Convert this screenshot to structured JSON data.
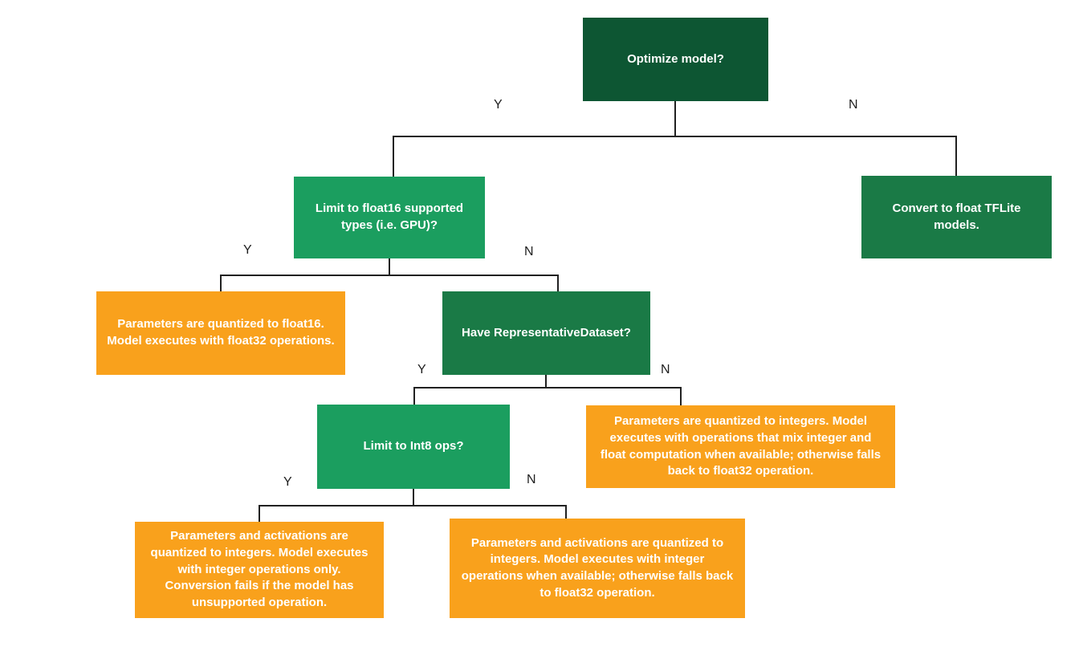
{
  "diagram": {
    "type": "flowchart",
    "description": "TensorFlow Lite model optimization decision tree"
  },
  "colors": {
    "dark_green": "#0d5633",
    "medium_green": "#1a7a46",
    "bright_green": "#1b9e5f",
    "orange": "#f9a11c",
    "line": "#212121",
    "node_text": "#ffffff",
    "edge_label_text": "#1f1f1f",
    "background": "#ffffff"
  },
  "nodes": {
    "optimize": {
      "label": "Optimize model?",
      "kind": "decision"
    },
    "limit_float16": {
      "label": "Limit to float16 supported types (i.e. GPU)?",
      "kind": "decision"
    },
    "convert_float": {
      "label": "Convert to float TFLite models.",
      "kind": "outcome"
    },
    "float16_result": {
      "label": "Parameters are quantized to float16. Model executes with float32 operations.",
      "kind": "outcome"
    },
    "have_dataset": {
      "label": "Have RepresentativeDataset?",
      "kind": "decision"
    },
    "limit_int8": {
      "label": "Limit to Int8 ops?",
      "kind": "decision"
    },
    "mixed_result": {
      "label": "Parameters are quantized to integers. Model executes with operations that mix integer and float computation when available; otherwise falls back to float32 operation.",
      "kind": "outcome"
    },
    "int8_only_result": {
      "label": "Parameters and activations are quantized to integers. Model executes with integer operations only. Conversion fails if the model has unsupported operation.",
      "kind": "outcome"
    },
    "int8_fallback_result": {
      "label": "Parameters and activations are quantized to integers. Model executes with integer operations when available; otherwise falls back to float32 operation.",
      "kind": "outcome"
    }
  },
  "edges": [
    {
      "from": "optimize",
      "to": "limit_float16",
      "label": "Y"
    },
    {
      "from": "optimize",
      "to": "convert_float",
      "label": "N"
    },
    {
      "from": "limit_float16",
      "to": "float16_result",
      "label": "Y"
    },
    {
      "from": "limit_float16",
      "to": "have_dataset",
      "label": "N"
    },
    {
      "from": "have_dataset",
      "to": "limit_int8",
      "label": "Y"
    },
    {
      "from": "have_dataset",
      "to": "mixed_result",
      "label": "N"
    },
    {
      "from": "limit_int8",
      "to": "int8_only_result",
      "label": "Y"
    },
    {
      "from": "limit_int8",
      "to": "int8_fallback_result",
      "label": "N"
    }
  ]
}
